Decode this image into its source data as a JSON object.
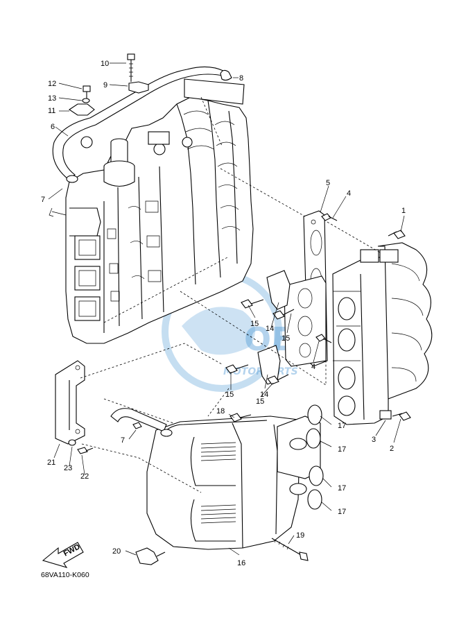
{
  "diagram": {
    "code": "68VA110-K060",
    "fwd_label": "FWD",
    "watermark": {
      "logo": "OEM",
      "sub": "MOTORPARTS",
      "color": "#5aa0d8"
    },
    "callouts": [
      {
        "id": "c1",
        "label": "1"
      },
      {
        "id": "c2",
        "label": "2"
      },
      {
        "id": "c3",
        "label": "3"
      },
      {
        "id": "c4a",
        "label": "4"
      },
      {
        "id": "c4b",
        "label": "4"
      },
      {
        "id": "c5",
        "label": "5"
      },
      {
        "id": "c6",
        "label": "6"
      },
      {
        "id": "c7a",
        "label": "7"
      },
      {
        "id": "c7b",
        "label": "7"
      },
      {
        "id": "c8",
        "label": "8"
      },
      {
        "id": "c9",
        "label": "9"
      },
      {
        "id": "c10",
        "label": "10"
      },
      {
        "id": "c11",
        "label": "11"
      },
      {
        "id": "c12",
        "label": "12"
      },
      {
        "id": "c13",
        "label": "13"
      },
      {
        "id": "c14a",
        "label": "14"
      },
      {
        "id": "c14b",
        "label": "14"
      },
      {
        "id": "c15a",
        "label": "15"
      },
      {
        "id": "c15b",
        "label": "15"
      },
      {
        "id": "c15c",
        "label": "15"
      },
      {
        "id": "c15d",
        "label": "15"
      },
      {
        "id": "c16",
        "label": "16"
      },
      {
        "id": "c17a",
        "label": "17"
      },
      {
        "id": "c17b",
        "label": "17"
      },
      {
        "id": "c17c",
        "label": "17"
      },
      {
        "id": "c17d",
        "label": "17"
      },
      {
        "id": "c18",
        "label": "18"
      },
      {
        "id": "c19",
        "label": "19"
      },
      {
        "id": "c20",
        "label": "20"
      },
      {
        "id": "c21",
        "label": "21"
      },
      {
        "id": "c22",
        "label": "22"
      },
      {
        "id": "c23",
        "label": "23"
      }
    ]
  }
}
